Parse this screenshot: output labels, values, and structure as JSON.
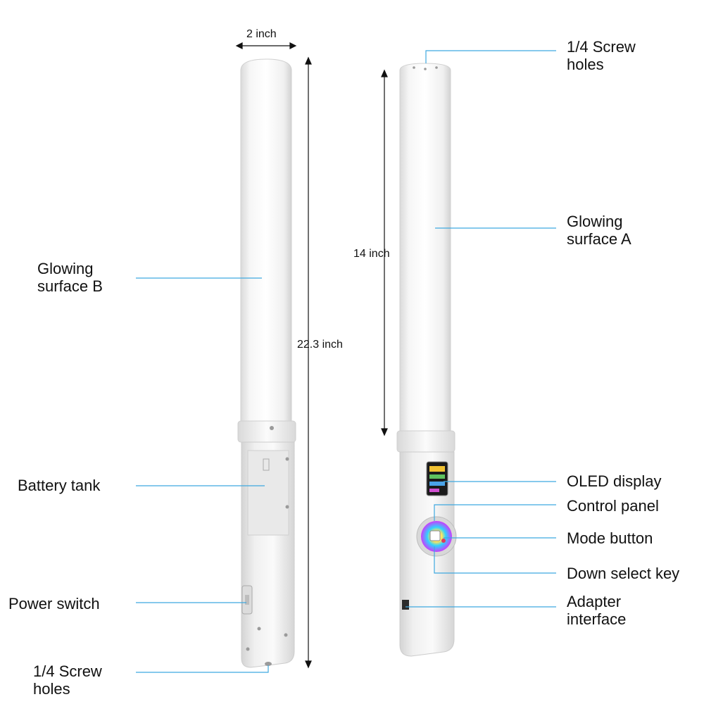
{
  "labels": {
    "left": {
      "glowing_b": [
        "Glowing",
        "surface B"
      ],
      "battery": "Battery tank",
      "power": "Power switch",
      "screw_bottom": [
        "1/4 Screw",
        "holes"
      ]
    },
    "right": {
      "screw_top": [
        "1/4 Screw",
        "holes"
      ],
      "glowing_a": [
        "Glowing",
        "surface A"
      ],
      "oled": "OLED display",
      "control": "Control panel",
      "mode": "Mode button",
      "down": "Down select key",
      "adapter": [
        "Adapter",
        "interface"
      ]
    }
  },
  "dimensions": {
    "width": "2 inch",
    "total_length": "22.3 inch",
    "light_length": "14 inch"
  },
  "colors": {
    "leader_line": "#3fa9e0",
    "dimension_line": "#111111",
    "tube_light": "#ffffff",
    "tube_shadow": "#dcdcdc",
    "body_gray": "#e6e6e6"
  }
}
